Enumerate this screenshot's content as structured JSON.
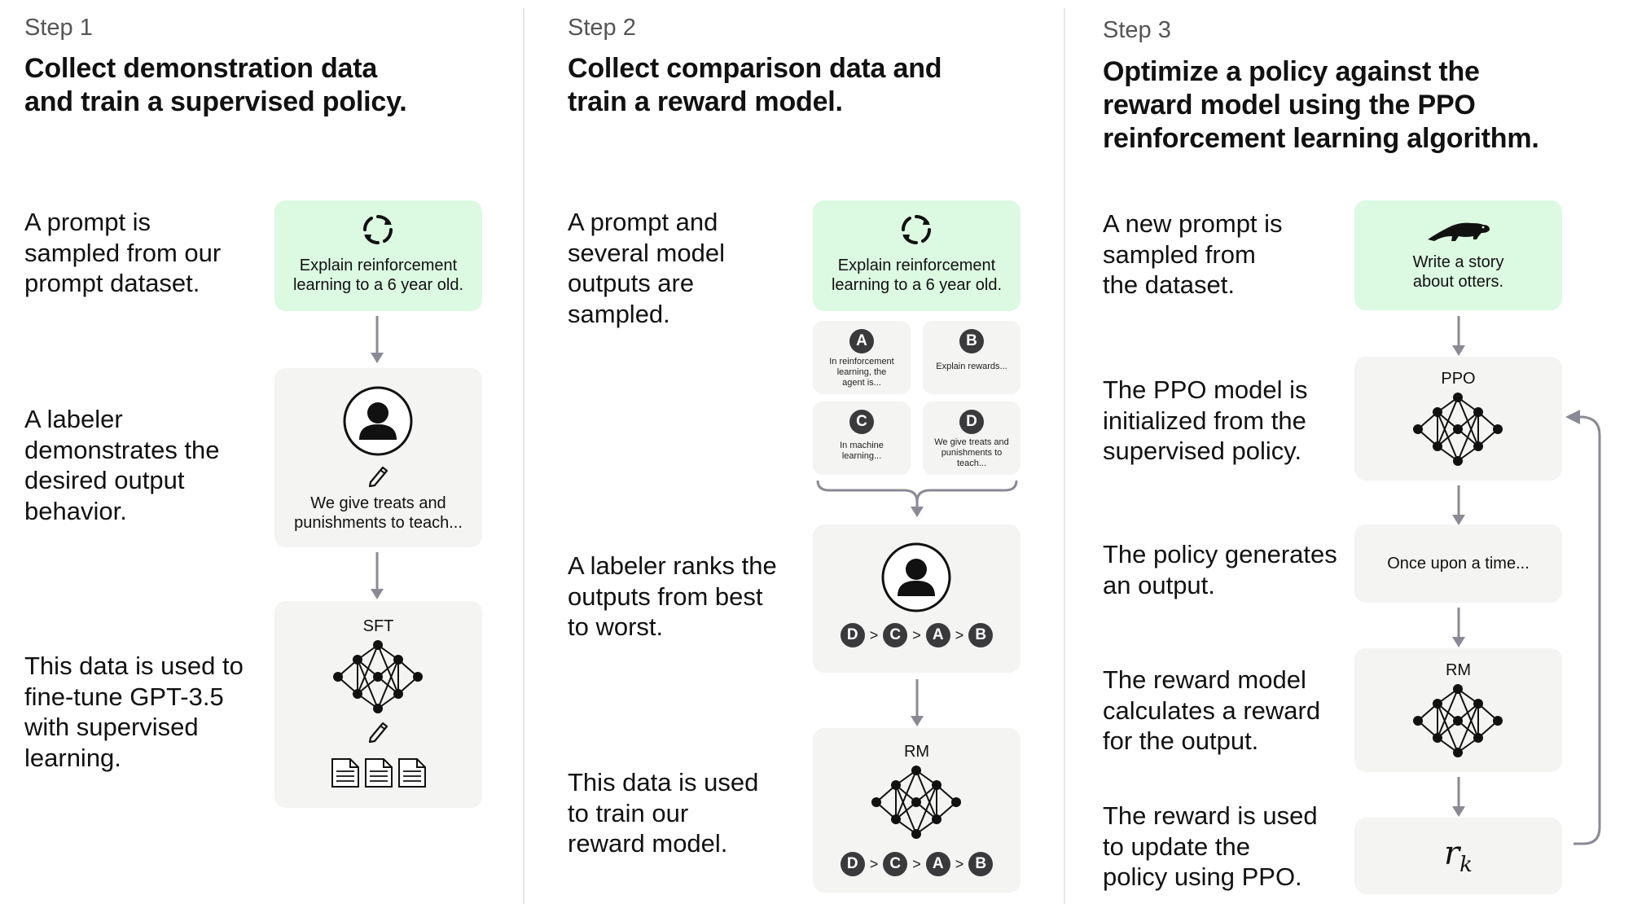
{
  "steps": [
    {
      "label": "Step 1",
      "title": "Collect demonstration data\nand train a supervised policy.",
      "descriptions": [
        "A prompt is\nsampled from our\nprompt dataset.",
        "A labeler\ndemonstrates the\ndesired output\nbehavior.",
        "This data is used to\nfine-tune GPT-3.5\nwith supervised\nlearning."
      ],
      "prompt_card": "Explain reinforcement\nlearning to a 6 year old.",
      "labeler_card": "We give treats and\npunishments to teach...",
      "model_label": "SFT"
    },
    {
      "label": "Step 2",
      "title": "Collect comparison data and\ntrain a reward model.",
      "descriptions": [
        "A prompt and\nseveral model\noutputs are\nsampled.",
        "A labeler ranks the\noutputs from best\nto worst.",
        "This data is used\nto train our\nreward model."
      ],
      "prompt_card": "Explain reinforcement\nlearning to a 6 year old.",
      "outputs": [
        {
          "letter": "A",
          "text": "In reinforcement\nlearning, the\nagent is..."
        },
        {
          "letter": "B",
          "text": "Explain rewards..."
        },
        {
          "letter": "C",
          "text": "In machine\nlearning..."
        },
        {
          "letter": "D",
          "text": "We give treats and\npunishments to\nteach..."
        }
      ],
      "ranking": [
        "D",
        "C",
        "A",
        "B"
      ],
      "ranking_separator": ">",
      "model_label": "RM"
    },
    {
      "label": "Step 3",
      "title": "Optimize a policy against the\nreward model using the PPO\nreinforcement learning algorithm.",
      "descriptions": [
        "A new prompt is\nsampled from\nthe dataset.",
        "The PPO model is\ninitialized from the\nsupervised policy.",
        "The policy generates\nan output.",
        "The reward model\ncalculates a reward\nfor the output.",
        "The reward is used\nto update the\npolicy using PPO."
      ],
      "prompt_card": "Write a story\nabout otters.",
      "ppo_label": "PPO",
      "output_card": "Once upon a time...",
      "rm_label": "RM",
      "reward_symbol": "r",
      "reward_subscript": "k"
    }
  ],
  "colors": {
    "prompt_card_bg": "#dcf9e2",
    "card_bg": "#f4f4f3",
    "arrow": "#8a8a96",
    "badge": "#3a3a3c"
  },
  "icons": [
    "refresh-icon",
    "otter-icon",
    "person-icon",
    "pencil-icon",
    "document-icon",
    "neural-network-icon"
  ]
}
